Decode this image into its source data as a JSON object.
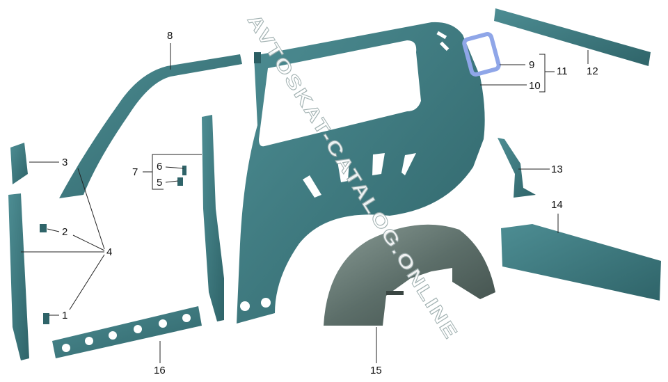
{
  "watermark": "AVTOSKAT-CATALOG.ONLINE",
  "colors": {
    "part": "#3e7c82",
    "part_dark": "#2b5e63",
    "liner": "#5d6f6a",
    "highlight": "#8fa6e8"
  },
  "callouts": {
    "p1": "1",
    "p2": "2",
    "p3": "3",
    "p4": "4",
    "p5": "5",
    "p6": "6",
    "p7": "7",
    "p8": "8",
    "p9": "9",
    "p10": "10",
    "p11": "11",
    "p12": "12",
    "p13": "13",
    "p14": "14",
    "p15": "15",
    "p16": "16"
  }
}
